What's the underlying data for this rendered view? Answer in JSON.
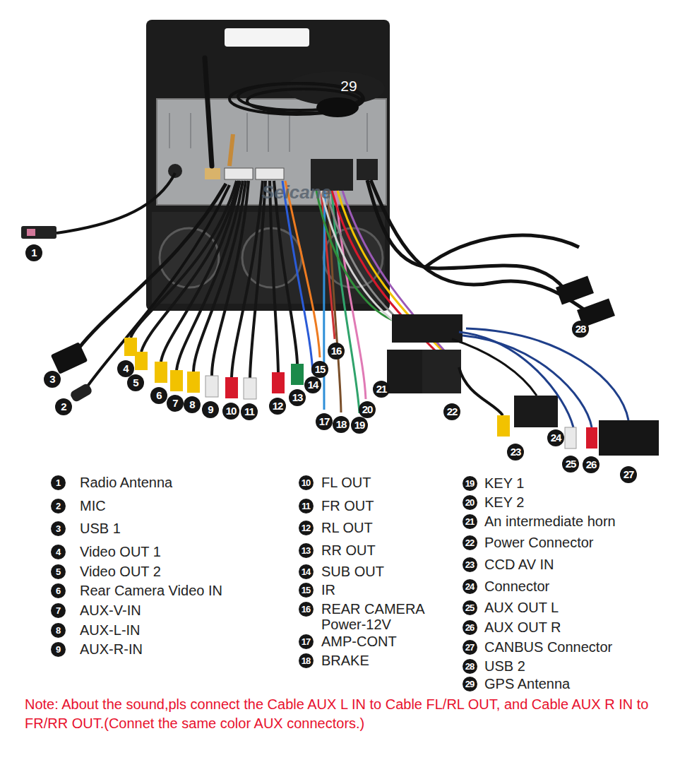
{
  "diagram": {
    "labels": [
      "1",
      "2",
      "3",
      "4",
      "5",
      "6",
      "7",
      "8",
      "9",
      "10",
      "11",
      "12",
      "13",
      "14",
      "15",
      "16",
      "17",
      "18",
      "19",
      "20",
      "21",
      "22",
      "23",
      "24",
      "25",
      "26",
      "27",
      "28",
      "29",
      "Seicane",
      "1",
      "Radio Antenna",
      "2",
      "MIC",
      "3",
      "USB 1",
      "4",
      "Video OUT 1",
      "5",
      "Video OUT 2",
      "6",
      "Rear Camera Video IN",
      "7",
      "AUX-V-IN",
      "8",
      "AUX-L-IN",
      "9",
      "AUX-R-IN",
      "10",
      "FL OUT",
      "11",
      "FR OUT",
      "12",
      "RL OUT",
      "13",
      "RR OUT",
      "14",
      "SUB OUT",
      "15",
      "IR",
      "16",
      "REAR CAMERA Power-12V",
      "17",
      "AMP-CONT",
      "18",
      "BRAKE",
      "19",
      "KEY 1",
      "20",
      "KEY 2",
      "21",
      "An intermediate horn",
      "22",
      "Power Connector",
      "23",
      "CCD AV IN",
      "24",
      "Connector",
      "25",
      "AUX OUT L",
      "26",
      "AUX OUT R",
      "27",
      "CANBUS Connector",
      "28",
      "USB 2",
      "29",
      "GPS Antenna",
      "Note: About the sound,pls connect the Cable AUX L IN to Cable FL/RL OUT, and Cable AUX R IN to FR/RR OUT.(Connet the same color AUX connectors.)"
    ]
  }
}
